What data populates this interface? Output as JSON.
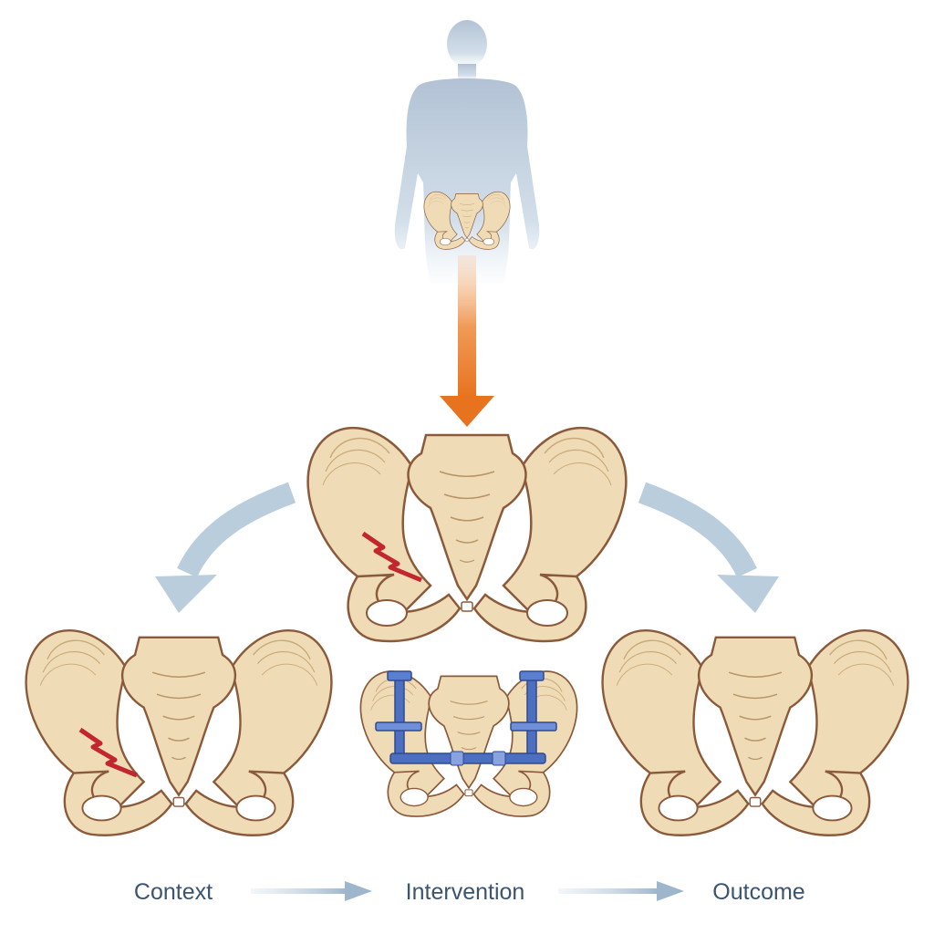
{
  "flow": {
    "steps": [
      {
        "label": "Context"
      },
      {
        "label": "Intervention"
      },
      {
        "label": "Outcome"
      }
    ]
  },
  "colors": {
    "bone_fill": "#efdcb6",
    "bone_outline": "#8a5a3a",
    "bone_shadow": "#d9bf8e",
    "fracture": "#c1272d",
    "body_silhouette": "#b7c9dc",
    "focus_arrow": "#e8731f",
    "branch_arrows": "#b9cddd",
    "fixator": "#4d6fbf",
    "label_text": "#3b5470"
  },
  "icons": {
    "figure": "human-silhouette-icon",
    "pelvis": "pelvis-bone-icon",
    "fixator": "external-fixator-icon"
  }
}
